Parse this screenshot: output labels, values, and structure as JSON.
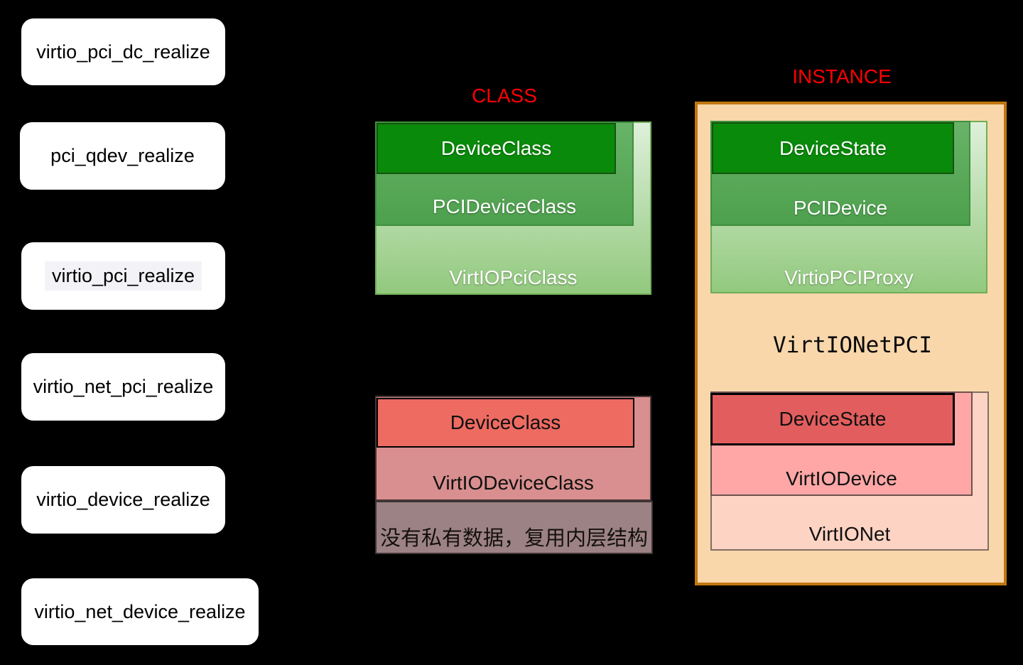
{
  "left_column": {
    "items": [
      {
        "label": "virtio_pci_dc_realize"
      },
      {
        "label": "pci_qdev_realize"
      },
      {
        "label": "virtio_pci_realize",
        "highlighted": true
      },
      {
        "label": "virtio_net_pci_realize"
      },
      {
        "label": "virtio_device_realize"
      },
      {
        "label": "virtio_net_device_realize"
      }
    ]
  },
  "class_section": {
    "heading": "CLASS",
    "green_stack": [
      {
        "label": "DeviceClass"
      },
      {
        "label": "PCIDeviceClass"
      },
      {
        "label": "VirtIOPciClass"
      }
    ],
    "red_stack": [
      {
        "label": "DeviceClass"
      },
      {
        "label": "VirtIODeviceClass"
      }
    ],
    "note": "没有私有数据，复用内层结构"
  },
  "instance_section": {
    "heading": "INSTANCE",
    "container_label": "VirtIONetPCI",
    "green_stack": [
      {
        "label": "DeviceState"
      },
      {
        "label": "PCIDevice"
      },
      {
        "label": "VirtioPCIProxy"
      }
    ],
    "red_stack": [
      {
        "label": "DeviceState"
      },
      {
        "label": "VirtIODevice"
      },
      {
        "label": "VirtIONet"
      }
    ]
  },
  "colors": {
    "heading-red": "#ff0000",
    "green-dark": "#0a8a0a",
    "green-dark-border": "#14540f",
    "green-mid-top": "#68b368",
    "green-mid-bottom": "#4da04d",
    "green-mid-border": "#3f8f3f",
    "green-pale-top": "#def0da",
    "green-pale-bottom": "#92c97e",
    "green-pale-border": "#6fae57",
    "red-strong": "#ed6b61",
    "red-instance": "#e25e5e",
    "pink-mid": "#d98f8f",
    "pink-light": "#ffa7a7",
    "pink-pale": "#fdd3c3",
    "mauve-gray": "#9c8284",
    "peach": "#f9d7ab",
    "orange-border": "#c1770e",
    "highlight-gray": "#f3f3f7"
  }
}
